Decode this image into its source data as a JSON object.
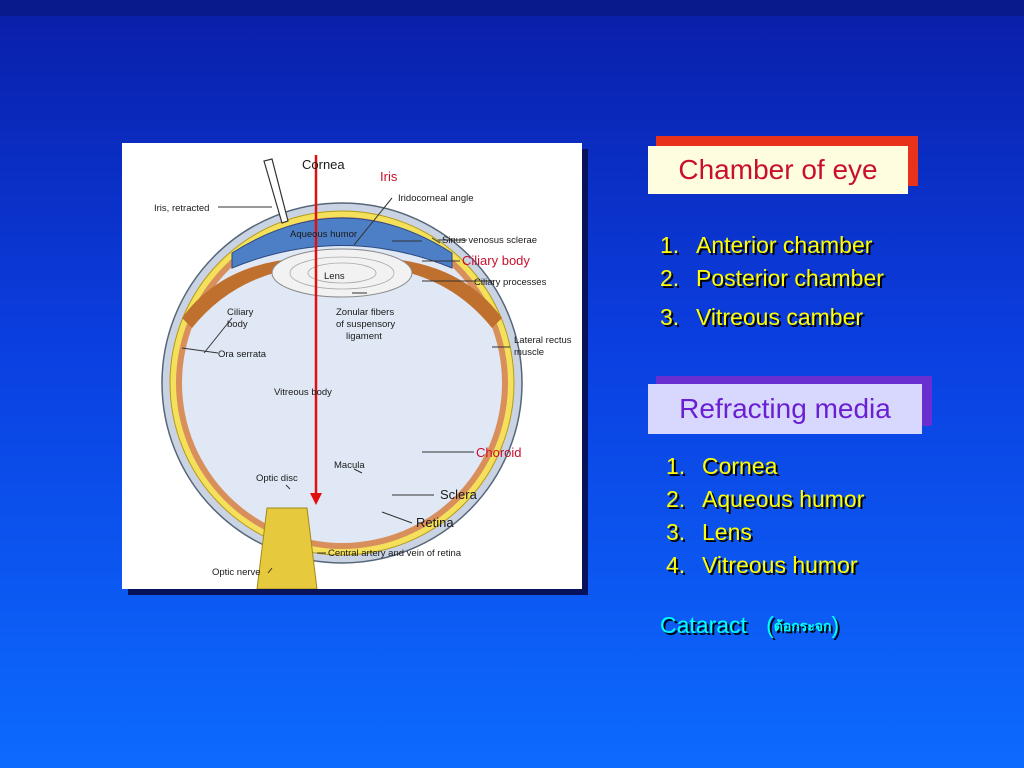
{
  "diagram": {
    "labels": {
      "cornea": "Cornea",
      "iris": "Iris",
      "iris_retracted": "Iris, retracted",
      "iridocorneal_angle": "Iridocorneal angle",
      "aqueous_humor": "Aqueous humor",
      "sinus_venosus_sclerae": "Sinus venosus sclerae",
      "ciliary_body_red": "Ciliary body",
      "lens": "Lens",
      "ciliary_processes": "Ciliary processes",
      "ciliary_body_left_line1": "Ciliary",
      "ciliary_body_left_line2": "body",
      "zonular_line1": "Zonular fibers",
      "zonular_line2": "of suspensory",
      "zonular_line3": "ligament",
      "lateral_rectus_line1": "Lateral rectus",
      "lateral_rectus_line2": "muscle",
      "ora_serrata": "Ora serrata",
      "vitreous_body": "Vitreous body",
      "choroid": "Choroid",
      "macula": "Macula",
      "optic_disc": "Optic disc",
      "sclera": "Sclera",
      "retina": "Retina",
      "central_artery": "Central artery and vein of retina",
      "optic_nerve": "Optic nerve"
    }
  },
  "chamber": {
    "title": "Chamber of eye",
    "items": [
      {
        "num": "1.",
        "text": "Anterior chamber"
      },
      {
        "num": "2.",
        "text": "Posterior chamber"
      },
      {
        "num": "3.",
        "text": "Vitreous camber"
      }
    ]
  },
  "refracting": {
    "title": "Refracting media",
    "items": [
      {
        "num": "1.",
        "text": "Cornea"
      },
      {
        "num": "2.",
        "text": "Aqueous humor"
      },
      {
        "num": "3.",
        "text": "Lens"
      },
      {
        "num": "4.",
        "text": "Vitreous humor"
      }
    ]
  },
  "cataract": {
    "label": "Cataract",
    "open_paren": "(",
    "thai": "ต้อกระจก",
    "close_paren": ")"
  },
  "colors": {
    "chamber_title_text": "#c8102e",
    "chamber_title_bg": "#fffde0",
    "chamber_title_shadow": "#e8321a",
    "refracting_title_text": "#6a1fd1",
    "refracting_title_bg": "#d8d8ff",
    "refracting_title_shadow": "#6a2fd0",
    "list_text": "#ffff00",
    "cataract_text": "#00ffff"
  }
}
